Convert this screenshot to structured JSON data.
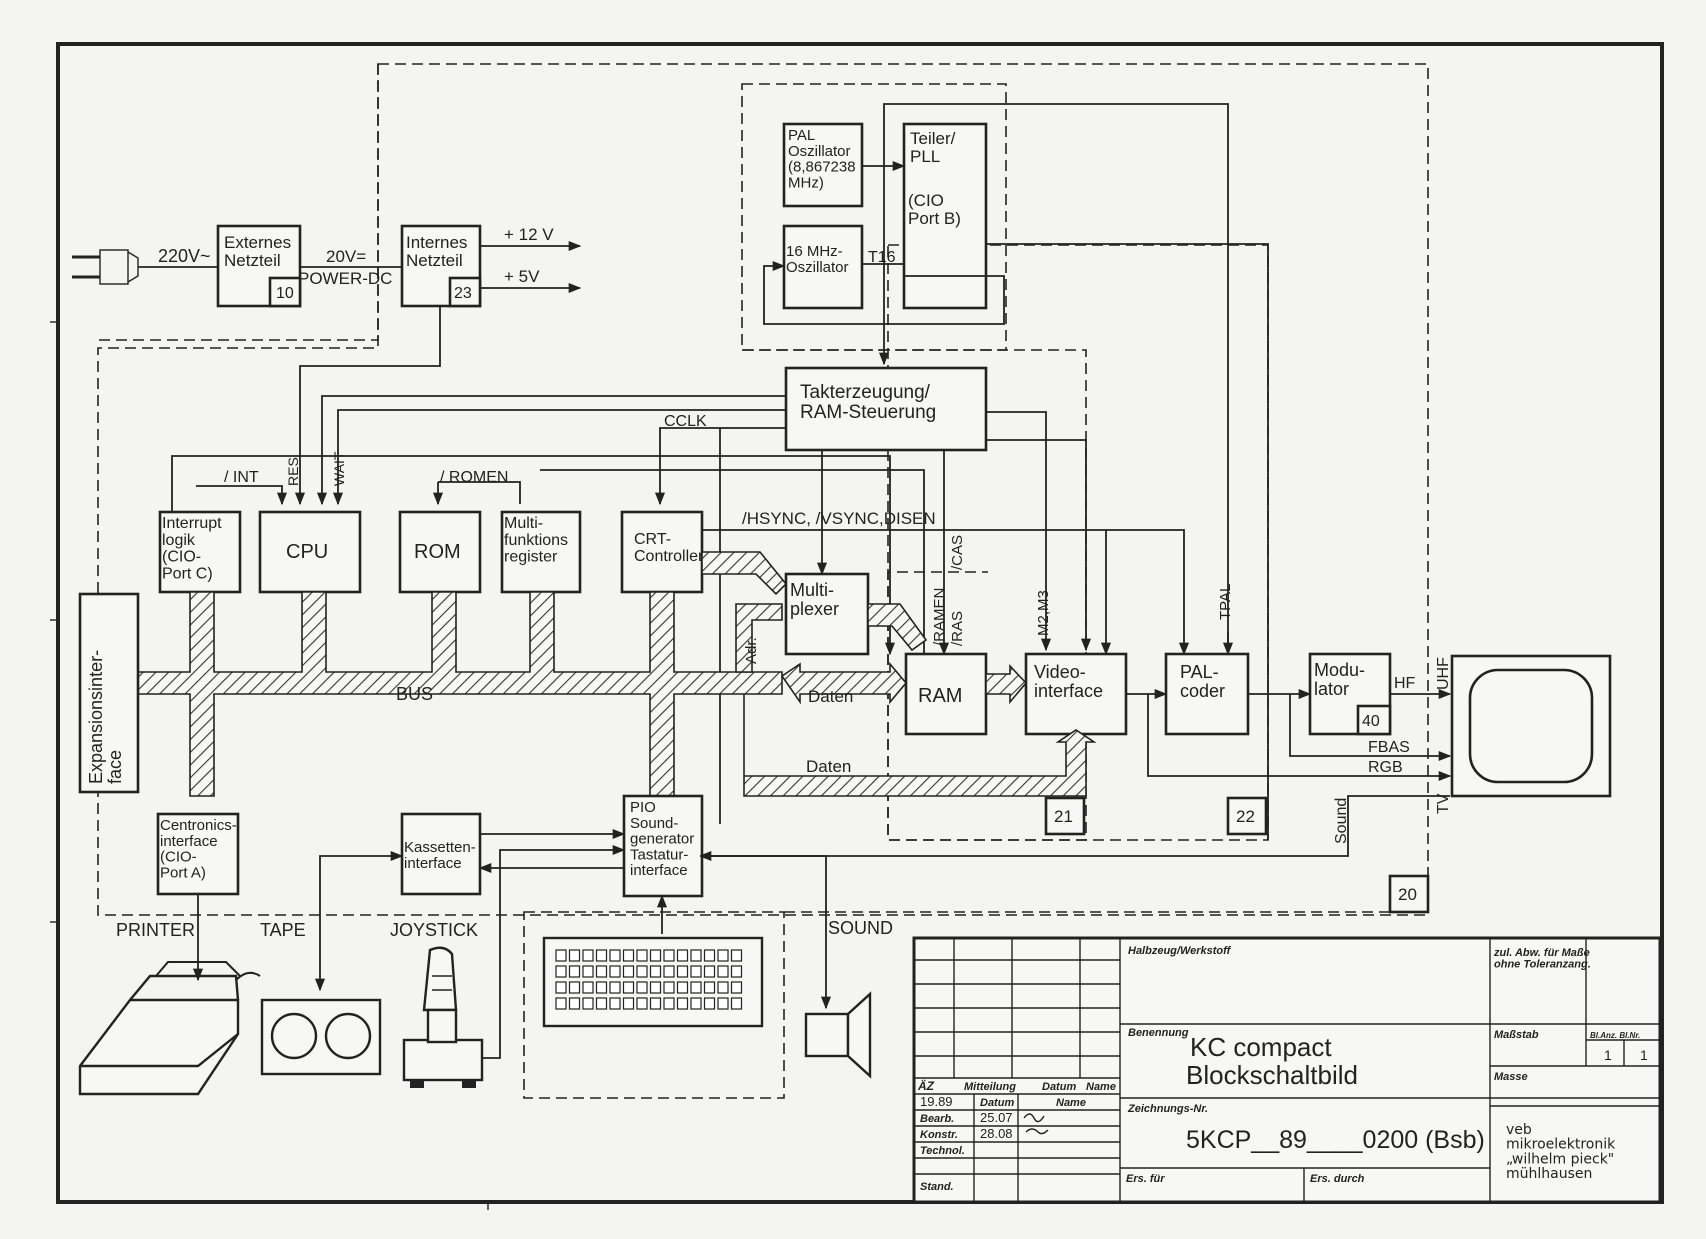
{
  "blocks": {
    "externes_netzteil": "Externes\nNetzteil",
    "externes_netzteil_no": "10",
    "internes_netzteil": "Internes\nNetzteil",
    "internes_netzteil_no": "23",
    "pal_osc": "PAL\nOszillator\n(8,867238\nMHz)",
    "osc16": "16 MHz-\nOszillator",
    "teiler": "Teiler/\nPLL",
    "teiler_sub": "(CIO\nPort B)",
    "takt": "Takterzeugung/\nRAM-Steuerung",
    "interrupt": "Interrupt\nlogik\n(CIO-\nPort C)",
    "cpu": "CPU",
    "rom": "ROM",
    "multifunktion": "Multi-\nfunktions\nregister",
    "crt": "CRT-\nController",
    "multiplexer": "Multi-\nplexer",
    "ram": "RAM",
    "video": "Video-\ninterface",
    "pal_coder": "PAL-\ncoder",
    "modulator": "Modu-\nlator",
    "modulator_no": "40",
    "expansion": "Expansionsinter-\nface",
    "centronics": "Centronics-\ninterface\n(CIO-\nPort A)",
    "kassetten": "Kassetten-\ninterface",
    "pio": "PIO\nSound-\ngenerator\nTastatur-\ninterface"
  },
  "signals": {
    "v220": "220V~",
    "v20": "20V=",
    "power_dc": "POWER-DC",
    "v12": "+ 12 V",
    "v5": "+ 5V",
    "t16": "T16",
    "cclk": "CCLK",
    "int": "/ INT",
    "res": "RES",
    "wait": "WAIT",
    "romen": "/ ROMEN",
    "hsync": "/HSYNC, /VSYNC,DISEN",
    "ramen": "/RAMEN",
    "ras": "/RAS",
    "cas": "/CAS",
    "m2m3": "M2,M3",
    "tpal": "TPAL",
    "adr": "Adr.",
    "bus": "BUS",
    "daten1": "Daten",
    "daten2": "Daten",
    "hf": "HF",
    "fbas": "FBAS",
    "rgb": "RGB",
    "uhf": "UHF",
    "tv": "TV",
    "sound_sig": "Sound"
  },
  "frames": {
    "f21": "21",
    "f22": "22",
    "f20": "20"
  },
  "peripherals": {
    "printer": "PRINTER",
    "tape": "TAPE",
    "joystick": "JOYSTICK",
    "sound": "SOUND"
  },
  "title_block": {
    "halbzeug": "Halbzeug/Werkstoff",
    "zul_abw": "zul. Abw. für Maße\nohne Toleranzang.",
    "benennung": "Benennung",
    "name_line1": "KC compact",
    "name_line2": "Blockschaltbild",
    "massstab": "Maßstab",
    "bl_anz": "Bl.Anz. Bl.Nr.",
    "bl_1a": "1",
    "bl_1b": "1",
    "masse": "Masse",
    "az": "ÄZ",
    "mitteilung": "Mitteilung",
    "datum": "Datum",
    "name": "Name",
    "year": "19.89",
    "datum_hdr": "Datum",
    "name_hdr": "Name",
    "bearb": "Bearb.",
    "bearb_date": "25.07",
    "konstr": "Konstr.",
    "konstr_date": "28.08",
    "technol": "Technol.",
    "stand": "Stand.",
    "zeichnungs_nr": "Zeichnungs-Nr.",
    "drawing_no": "5KCP__89____0200 (Bsb)",
    "ers_fuer": "Ers. für",
    "ers_durch": "Ers. durch",
    "company": "veb\nmikroelektronik\n„wilhelm pieck\"\nmühlhausen"
  }
}
